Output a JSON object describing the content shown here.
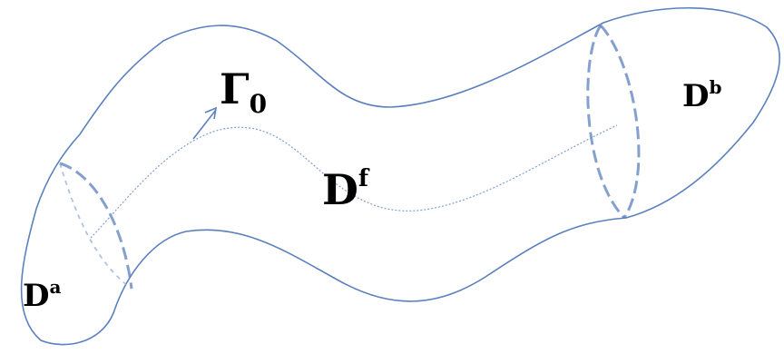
{
  "colors": {
    "outline": "#5b80bd",
    "hidden_edge": "#8fa8d6",
    "centerline": "#7f9fd2",
    "label": "#000000",
    "background": "#ffffff"
  },
  "labels": {
    "gamma": {
      "base": "Γ",
      "subscript": "0"
    },
    "domain_a": {
      "base": "D",
      "superscript": "a"
    },
    "domain_f": {
      "base": "D",
      "superscript": "f"
    },
    "domain_b": {
      "base": "D",
      "superscript": "b"
    }
  }
}
